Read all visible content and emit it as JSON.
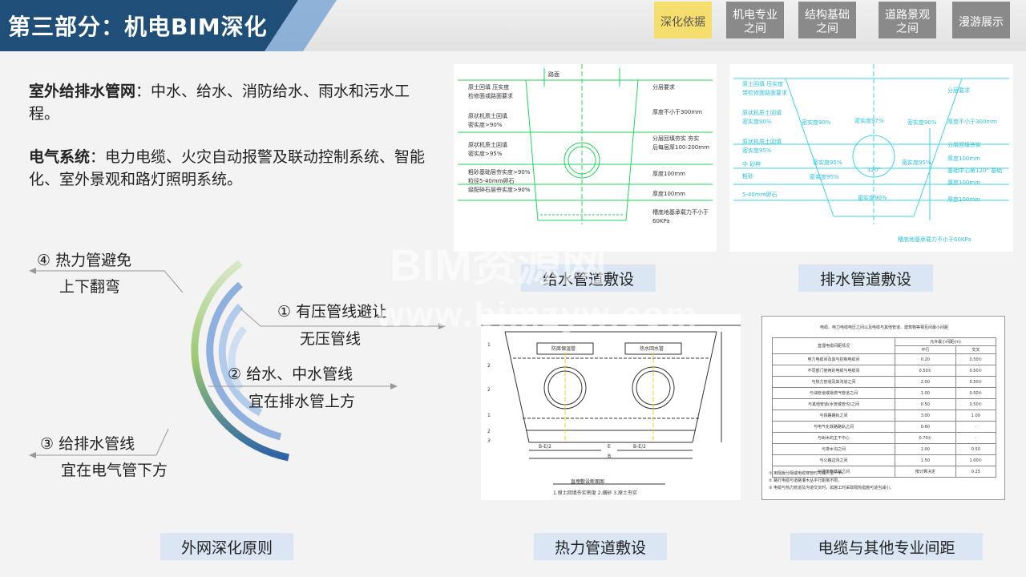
{
  "header": {
    "title": "第三部分：机电BIM深化",
    "tabs": [
      {
        "line1": "深化依据",
        "line2": ""
      },
      {
        "line1": "机电专业",
        "line2": "之间"
      },
      {
        "line1": "结构基础",
        "line2": "之间"
      },
      {
        "line1": "道路景观",
        "line2": "之间"
      },
      {
        "line1": "漫游展示",
        "line2": ""
      }
    ]
  },
  "content": {
    "para1_head": "室外给排水管网",
    "para1_body": "：中水、给水、消防给水、雨水和污水工程。",
    "para2_head": "电气系统",
    "para2_body": "：电力电缆、火灾自动报警及联动控制系统、智能化、室外景观和路灯照明系统。"
  },
  "principles": {
    "p4_line1": "④ 热力管避免",
    "p4_line2": "上下翻弯",
    "p1_line1": "① 有压管线避让",
    "p1_line2": "无压管线",
    "p2_line1": "② 给水、中水管线",
    "p2_line2": "宜在排水管上方",
    "p3_line1": "③ 给排水管线",
    "p3_line2": "宜在电气管下方",
    "caption": "外网深化原则"
  },
  "figures": {
    "water_supply_caption": "给水管道敷设",
    "drainage_caption": "排水管道敷设",
    "heat_caption": "热力管道敷设",
    "cable_caption": "电缆与其他专业间距"
  },
  "water_supply_drawing": {
    "labels_left": [
      "原土回填 压实度",
      "检修面或路面要求",
      "原状机质土回填",
      "密实度>90%",
      "原状机质土回填",
      "密实度>95%",
      "粗砂基础层夯实度>90%",
      "粒径5-40mm卵石",
      "级配碎石层夯实度>90%"
    ],
    "labels_right": [
      "分层要求",
      "厚度不小于300mm",
      "分层回填夯实 夯实",
      "后每层厚100-200mm",
      "厚度100mm",
      "厚度100mm",
      "槽底地基承载力不小于60KPa"
    ],
    "label_top": "路面"
  },
  "drainage_drawing": {
    "labels_left": [
      "原土回填 压实度",
      "带检修面路面要求",
      "原状机质土回填",
      "密实度90%",
      "原状机质土回填",
      "密实度95%",
      "中 砂粹",
      "粗砂",
      "5-40mm卵石"
    ],
    "labels_mid": [
      "密实度90%",
      "密实度97%",
      "密实度90%",
      "密实度95%",
      "密实度95%",
      "密实度95%",
      "密实度90%",
      "120°"
    ],
    "labels_right": [
      "分层要求",
      "厚度不小于300mm",
      "分层回填夯实",
      "厚度100mm",
      "基础中心角120° 基础",
      "厚度100mm",
      "厚度100mm",
      "槽底地基承载力不小于60KPa"
    ]
  },
  "heat_drawing": {
    "box_labels": [
      "防腐保温管",
      "热水回水管"
    ],
    "dims": [
      "B-E/2",
      "E",
      "B-E/2",
      "B"
    ],
    "footer": [
      "直埋敷设断面图",
      "1.原土回填夯实密度 2.细砂 3.原土夯实"
    ]
  },
  "cable_table": {
    "title": "电缆、电力电缆电压之间以及电缆与其他管道、建筑物等相互间最小间距",
    "head": [
      "直埋电缆间距情况",
      "允许最小间距(m)",
      "平行",
      "交叉"
    ],
    "rows": [
      [
        "电力电缆间及其与控制电缆间",
        "0.20",
        "0.50①"
      ],
      [
        "不同部门使用的电缆与电缆间",
        "0.50①",
        "0.50①"
      ],
      [
        "与热力管道及其沟道之间",
        "2.00",
        "0.50①"
      ],
      [
        "与油管道或易燃气管道之间",
        "1.00",
        "0.50①"
      ],
      [
        "与其他管道(水管或管沟)之间",
        "0.50",
        "0.50①"
      ],
      [
        "与铁路路轨之间",
        "3.00",
        "1.00"
      ],
      [
        "与电气化铁路路轨之间",
        "0.60",
        "-"
      ],
      [
        "与树木的主干中心",
        "0.70①",
        "-"
      ],
      [
        "与排水沟之间",
        "1.00",
        "0.50"
      ],
      [
        "与公路边沟之间",
        "1.50",
        "1.00①"
      ],
      [
        "与建筑物基础之间",
        "按计算决定",
        "0.25"
      ]
    ],
    "notes": [
      "① 用隔板分隔或电缆穿管时可减少至一半。",
      "② 路灯电缆与道路灌木丛平行距离不限。",
      "③ 电缆与热力管道及沟道交叉时，如施工时采取隔热措施可适当减小。"
    ]
  },
  "watermark": {
    "line1": "BIM资源网",
    "line2": "www.bimzyw.com"
  }
}
